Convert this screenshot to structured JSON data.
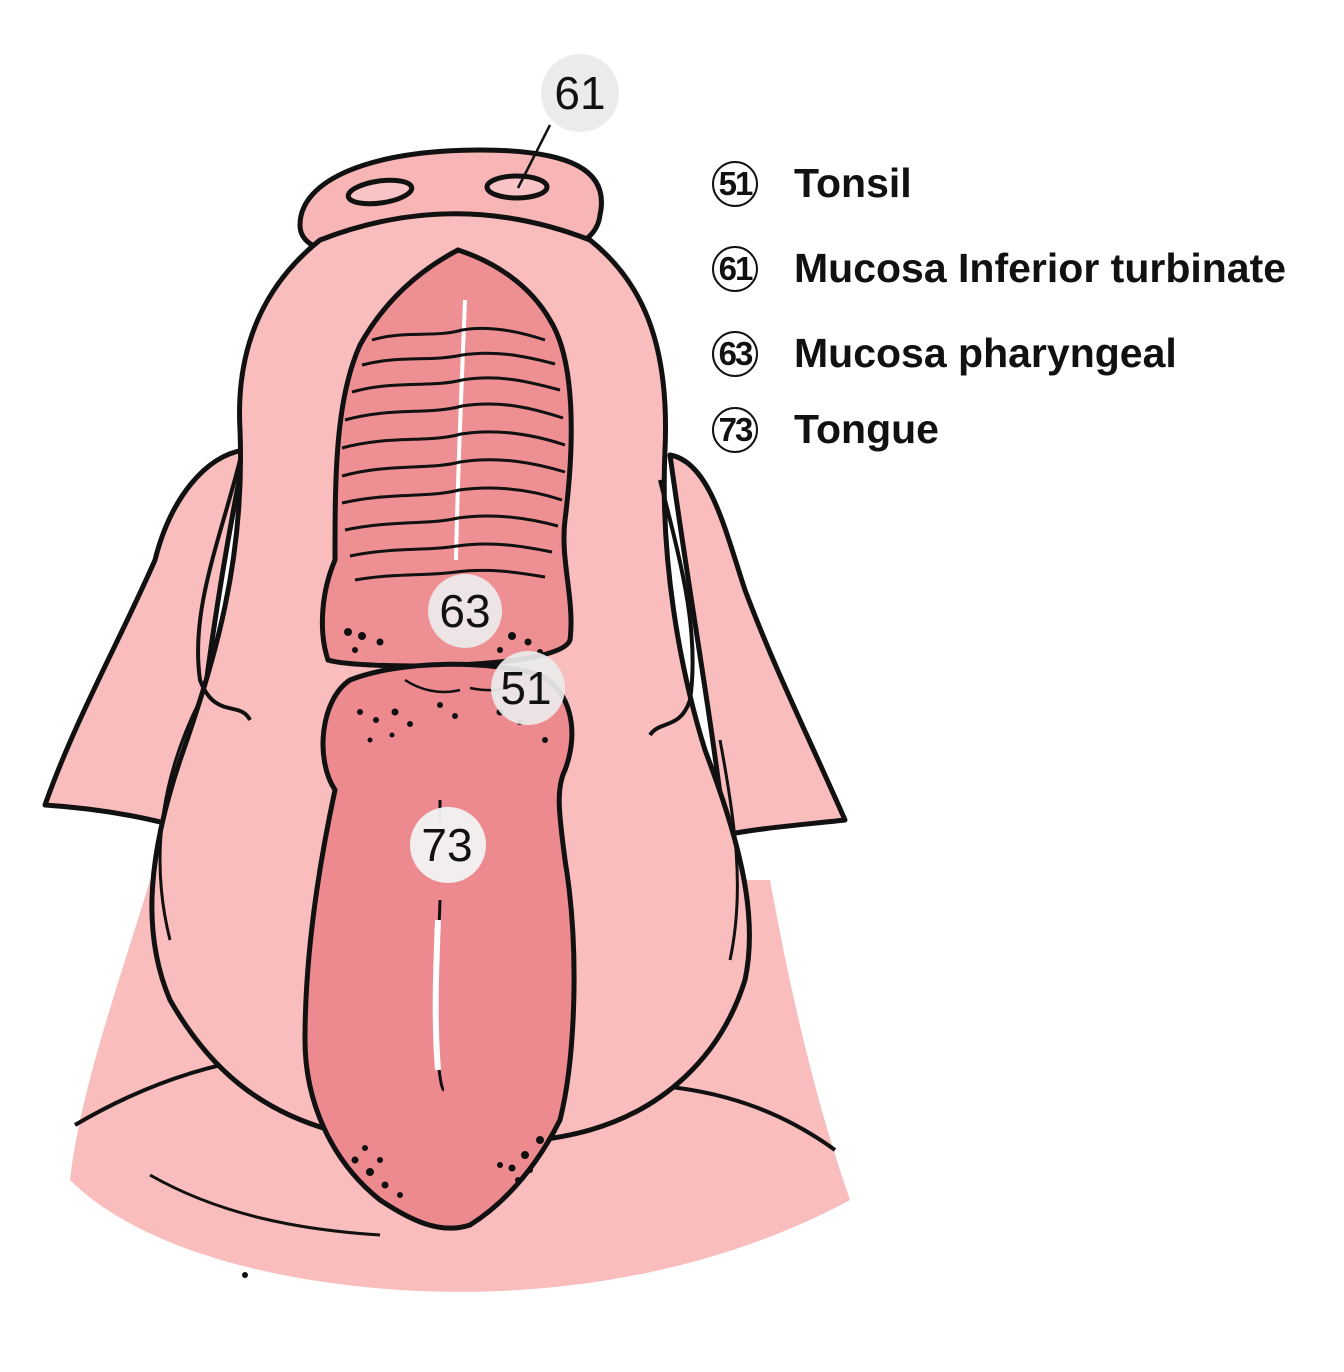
{
  "colors": {
    "skin": "#f9bdbd",
    "skin_dark": "#f2a7a8",
    "mouth": "#ee8f93",
    "tongue": "#ec8a8f",
    "outline": "#111111",
    "callout_bg": "#ebebeb"
  },
  "callouts": [
    {
      "id": "61",
      "label": "61"
    },
    {
      "id": "63",
      "label": "63"
    },
    {
      "id": "51",
      "label": "51"
    },
    {
      "id": "73",
      "label": "73"
    }
  ],
  "legend": {
    "items": [
      {
        "number": "51",
        "label": "Tonsil"
      },
      {
        "number": "61",
        "label": "Mucosa Inferior turbinate"
      },
      {
        "number": "63",
        "label": "Mucosa pharyngeal"
      },
      {
        "number": "73",
        "label": "Tongue"
      }
    ]
  }
}
